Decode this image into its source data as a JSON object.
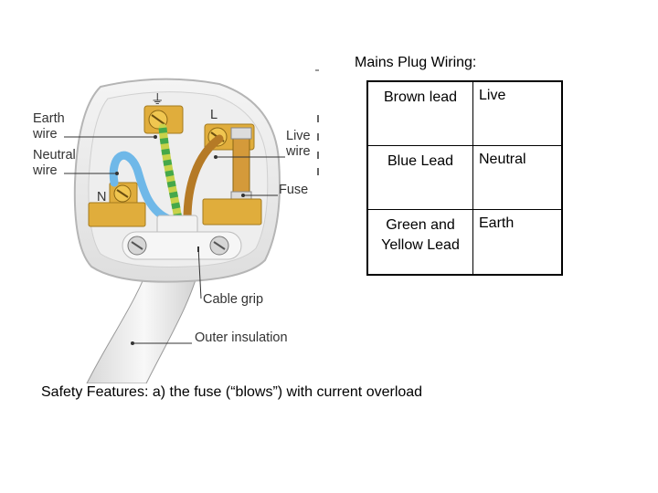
{
  "diagram": {
    "labels": {
      "earth_symbol": "⏚",
      "live_terminal": "L",
      "neutral_terminal": "N",
      "earth_wire": [
        "Earth",
        "wire"
      ],
      "neutral_wire": [
        "Neutral",
        "wire"
      ],
      "live_wire": [
        "Live",
        "wire"
      ],
      "fuse": "Fuse",
      "cable_grip": "Cable grip",
      "outer_insulation": "Outer insulation"
    },
    "colors": {
      "brass": "#e0ad3c",
      "earth_wire": "#c8d24a",
      "neutral_wire": "#6fb8e8",
      "live_wire": "#b57a26",
      "plug_body": "#ececec"
    }
  },
  "table": {
    "title": "Mains Plug Wiring:",
    "rows": [
      {
        "wire": "Brown lead",
        "terminal": "Live"
      },
      {
        "wire": "Blue Lead",
        "terminal": "Neutral"
      },
      {
        "wire": "Green and Yellow Lead",
        "terminal": "Earth"
      }
    ]
  },
  "footer": {
    "safety_text": "Safety Features: a) the fuse (“blows”) with current overload"
  }
}
